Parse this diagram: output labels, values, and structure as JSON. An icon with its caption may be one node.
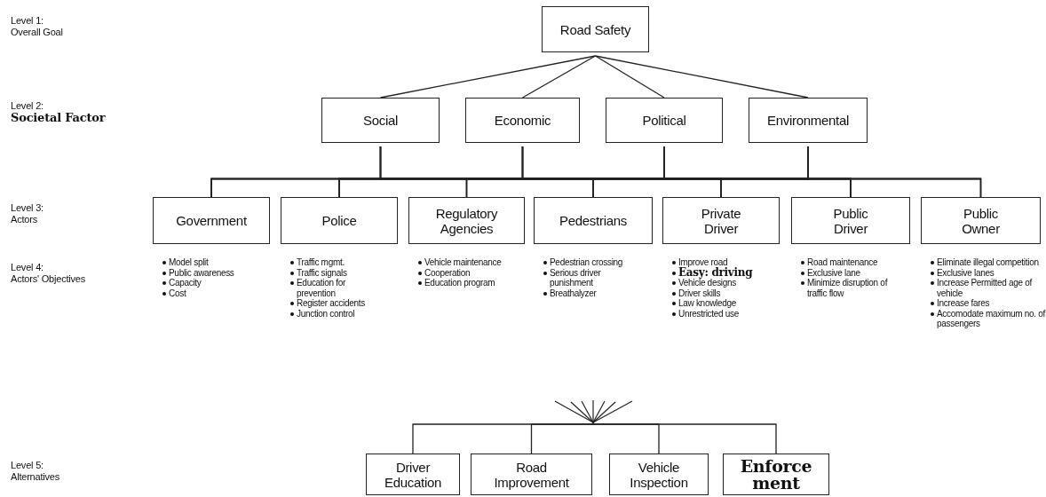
{
  "diagram": {
    "nodes": [
      {
        "text": [
          "Road Safety"
        ]
      },
      {
        "text": [
          "Social"
        ]
      },
      {
        "text": [
          "Economic"
        ]
      },
      {
        "text": [
          "Political"
        ]
      },
      {
        "text": [
          "Environmental"
        ]
      },
      {
        "text": [
          "Government"
        ],
        "beside": [
          "Model split",
          "Public awareness",
          "Capacity",
          "Cost"
        ]
      },
      {
        "text": [
          "Police"
        ],
        "beside": [
          "Traffic mgmt.",
          "Traffic signals",
          "Education for prevention",
          "Register accidents",
          "Junction control"
        ]
      },
      {
        "text": [
          "Regulatory Agencies"
        ],
        "beside": [
          "Vehicle maintenance",
          "Cooperation",
          "Education program"
        ]
      },
      {
        "text": [
          "Pedestrians"
        ],
        "beside": [
          "Pedestrian crossing",
          "Serious driver punishment",
          "Breathalyzer"
        ]
      },
      {
        "text": [
          "Private Driver"
        ],
        "beside": [
          "Improve road",
          "**Easy: driving**",
          "Vehicle designs",
          "Driver skills",
          "Law knowledge",
          "Unrestricted use"
        ]
      },
      {
        "text": [
          "Public Driver"
        ],
        "beside": [
          "Road maintenance",
          "Exclusive lane",
          "Minimize disruption of traffic flow"
        ]
      },
      {
        "text": [
          "Public Owner"
        ],
        "beside": [
          "Eliminate illegal competition",
          "Exclusive lanes",
          "Increase Permitted age of vehicle",
          "Increase fares",
          "Accomodate maximum no. of passengers"
        ]
      },
      {
        "text": [
          "Driver Education"
        ]
      },
      {
        "text": [
          "Road Improvement"
        ]
      },
      {
        "text": [
          "Vehicle Inspection"
        ]
      },
      {
        "text": [
          "**Enforce ment**"
        ]
      }
    ],
    "edges": [
      {
        "from": 0,
        "to": 1,
        "arrow": "none"
      },
      {
        "from": 0,
        "to": 2,
        "arrow": "none"
      },
      {
        "from": 0,
        "to": 3,
        "arrow": "none"
      },
      {
        "from": 0,
        "to": 4,
        "arrow": "none"
      },
      {
        "from": 1,
        "to": 5,
        "arrow": "none"
      },
      {
        "from": 1,
        "to": 6,
        "arrow": "none"
      },
      {
        "from": 1,
        "to": 7,
        "arrow": "none"
      },
      {
        "from": 1,
        "to": 8,
        "arrow": "none"
      },
      {
        "from": 1,
        "to": 9,
        "arrow": "none"
      },
      {
        "from": 1,
        "to": 10,
        "arrow": "none"
      },
      {
        "from": 1,
        "to": 11,
        "arrow": "none"
      },
      {
        "from": 2,
        "to": 5,
        "arrow": "none"
      },
      {
        "from": 2,
        "to": 6,
        "arrow": "none"
      },
      {
        "from": 2,
        "to": 7,
        "arrow": "none"
      },
      {
        "from": 2,
        "to": 8,
        "arrow": "none"
      },
      {
        "from": 2,
        "to": 9,
        "arrow": "none"
      },
      {
        "from": 2,
        "to": 10,
        "arrow": "none"
      },
      {
        "from": 2,
        "to": 11,
        "arrow": "none"
      },
      {
        "from": 3,
        "to": 5,
        "arrow": "none"
      },
      {
        "from": 3,
        "to": 6,
        "arrow": "none"
      },
      {
        "from": 3,
        "to": 7,
        "arrow": "none"
      },
      {
        "from": 3,
        "to": 8,
        "arrow": "none"
      },
      {
        "from": 3,
        "to": 9,
        "arrow": "none"
      },
      {
        "from": 3,
        "to": 10,
        "arrow": "none"
      },
      {
        "from": 3,
        "to": 11,
        "arrow": "none"
      },
      {
        "from": 4,
        "to": 5,
        "arrow": "none"
      },
      {
        "from": 4,
        "to": 6,
        "arrow": "none"
      },
      {
        "from": 4,
        "to": 7,
        "arrow": "none"
      },
      {
        "from": 4,
        "to": 8,
        "arrow": "none"
      },
      {
        "from": 4,
        "to": 9,
        "arrow": "none"
      },
      {
        "from": 4,
        "to": 10,
        "arrow": "none"
      },
      {
        "from": 4,
        "to": 11,
        "arrow": "none"
      },
      {
        "from": null,
        "to": 12,
        "arrow": "none"
      },
      {
        "from": null,
        "to": 13,
        "arrow": "none"
      },
      {
        "from": null,
        "to": 14,
        "arrow": "none"
      },
      {
        "from": null,
        "to": 15,
        "arrow": "none"
      }
    ],
    "labels": [
      "Level 1:",
      "Overall Goal",
      "Level 2:",
      "**Societal Factor**",
      "Level 3:",
      "Actors",
      "Level 4:",
      "Actors' Objectives",
      "Level 5:",
      "Alternatives"
    ]
  }
}
